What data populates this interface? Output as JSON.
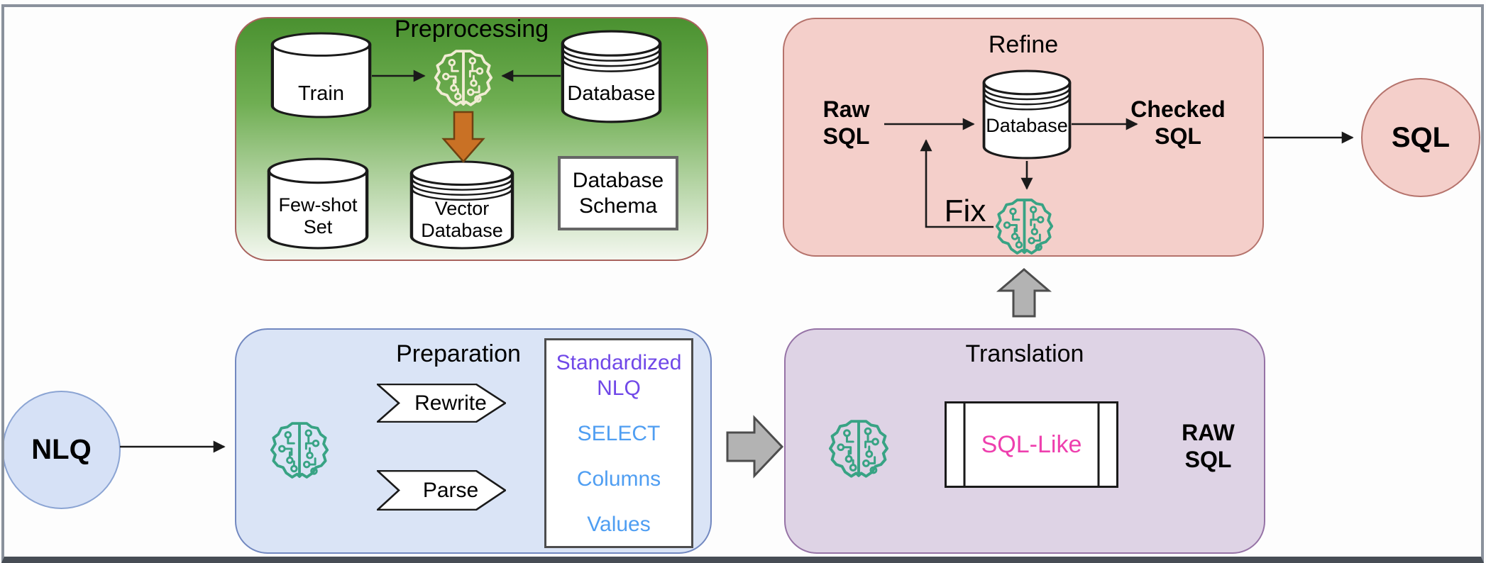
{
  "colors": {
    "green-top": "#4a9130",
    "green-bottom": "#f4f8f0",
    "green-border": "#a8625d",
    "pink-fill": "#f4cfca",
    "pink-border": "#b5736c",
    "blue-fill": "#dae4f6",
    "blue-border": "#7288c0",
    "circle-blue-fill": "#d6e1f6",
    "circle-blue-border": "#8ba4d3",
    "purple-fill": "#ded3e5",
    "purple-border": "#9673a6",
    "brain-green": "#38a384",
    "brain-cream": "#f1ecd4",
    "orange-fill": "#c97125",
    "orange-border": "#6f4111",
    "gray-arrow-fill": "#b3b3b3",
    "gray-arrow-border": "#4d4d4d",
    "text-purple": "#7048e8",
    "text-blue": "#4f9ef2",
    "text-magenta": "#ee3fae",
    "connector": "#1a1a1a"
  },
  "preprocessing": {
    "title": "Preprocessing",
    "train": "Train",
    "database": "Database",
    "few_shot": "Few-shot\nSet",
    "vector_db": "Vector\nDatabase",
    "schema": "Database\nSchema"
  },
  "refine": {
    "title": "Refine",
    "raw_sql": "Raw\nSQL",
    "database": "Database",
    "checked_sql": "Checked\nSQL",
    "fix": "Fix"
  },
  "preparation": {
    "title": "Preparation",
    "rewrite": "Rewrite",
    "parse": "Parse",
    "list": {
      "standardized": "Standardized\nNLQ",
      "select": "SELECT",
      "columns": "Columns",
      "values": "Values"
    }
  },
  "translation": {
    "title": "Translation",
    "sql_like": "SQL-Like",
    "raw_sql": "RAW\nSQL"
  },
  "terminals": {
    "input": "NLQ",
    "output": "SQL"
  }
}
